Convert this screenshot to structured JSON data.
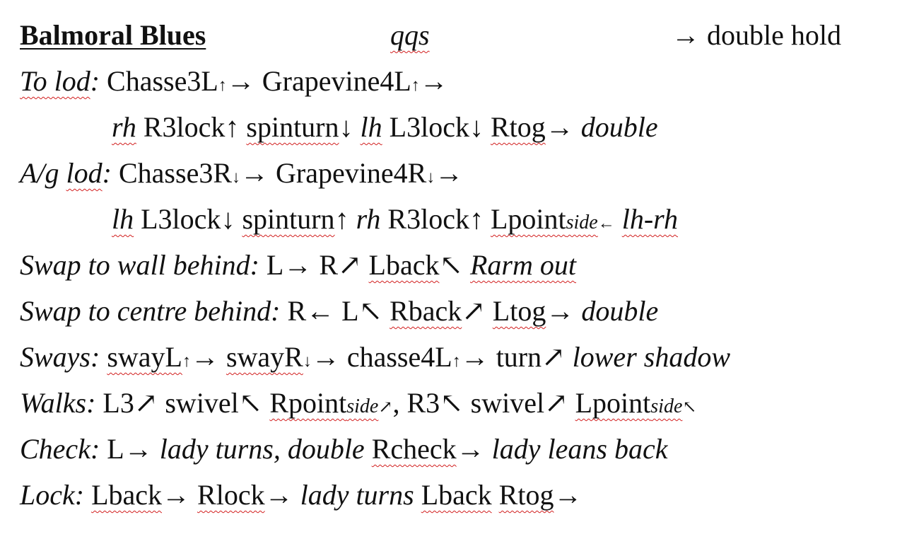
{
  "header": {
    "title": "Balmoral Blues",
    "tempo": "qqs",
    "hold_arrow": "→",
    "hold_text": "double hold"
  },
  "lines": [
    {
      "id": "to-lod",
      "label": "To lod:",
      "parts": [
        "Chasse3L",
        "↑",
        "→",
        "Grapevine4L",
        "↑",
        "→"
      ]
    },
    {
      "id": "to-lod-2",
      "parts": [
        "rh",
        "R3lock",
        "↑",
        "spinturn",
        "↓",
        "lh",
        "L3lock",
        "↓",
        "Rtog",
        "→",
        "double"
      ]
    },
    {
      "id": "ag-lod",
      "label": "A/g lod:",
      "parts": [
        "Chasse3R",
        "↓",
        "→",
        "Grapevine4R",
        "↓",
        "→"
      ]
    },
    {
      "id": "ag-lod-2",
      "parts": [
        "lh",
        "L3lock",
        "↓",
        "spinturn",
        "↑",
        "rh",
        "R3lock",
        "↑",
        "Lpoint",
        "side",
        "←",
        "lh-rh"
      ]
    },
    {
      "id": "swap-wall",
      "label": "Swap to wall behind:",
      "parts": [
        "L",
        "→",
        "R",
        "↗",
        "Lback",
        "↖",
        "Rarm out"
      ]
    },
    {
      "id": "swap-centre",
      "label": "Swap to centre behind:",
      "parts": [
        "R",
        "←",
        "L",
        "↖",
        "Rback",
        "↗",
        "Ltog",
        "→",
        "double"
      ]
    },
    {
      "id": "sways",
      "label": "Sways:",
      "parts": [
        "swayL",
        "↑",
        "→",
        "swayR",
        "↓",
        "→",
        "chasse4L",
        "↑",
        "→",
        "turn",
        "↗",
        "lower shadow"
      ]
    },
    {
      "id": "walks",
      "label": "Walks:",
      "parts": [
        "L3",
        "↗",
        "swivel",
        "↖",
        "Rpoint",
        "side",
        "↗",
        ",",
        "R3",
        "↖",
        "swivel",
        "↗",
        "Lpoint",
        "side",
        "↖"
      ]
    },
    {
      "id": "check",
      "label": "Check:",
      "parts": [
        "L",
        "→",
        "lady turns, double",
        "Rcheck",
        "→",
        "lady leans back"
      ]
    },
    {
      "id": "lock",
      "label": "Lock:",
      "parts": [
        "Lback",
        "→",
        "Rlock",
        "→",
        "lady turns",
        "Lback",
        "Rtog",
        "→"
      ]
    }
  ]
}
